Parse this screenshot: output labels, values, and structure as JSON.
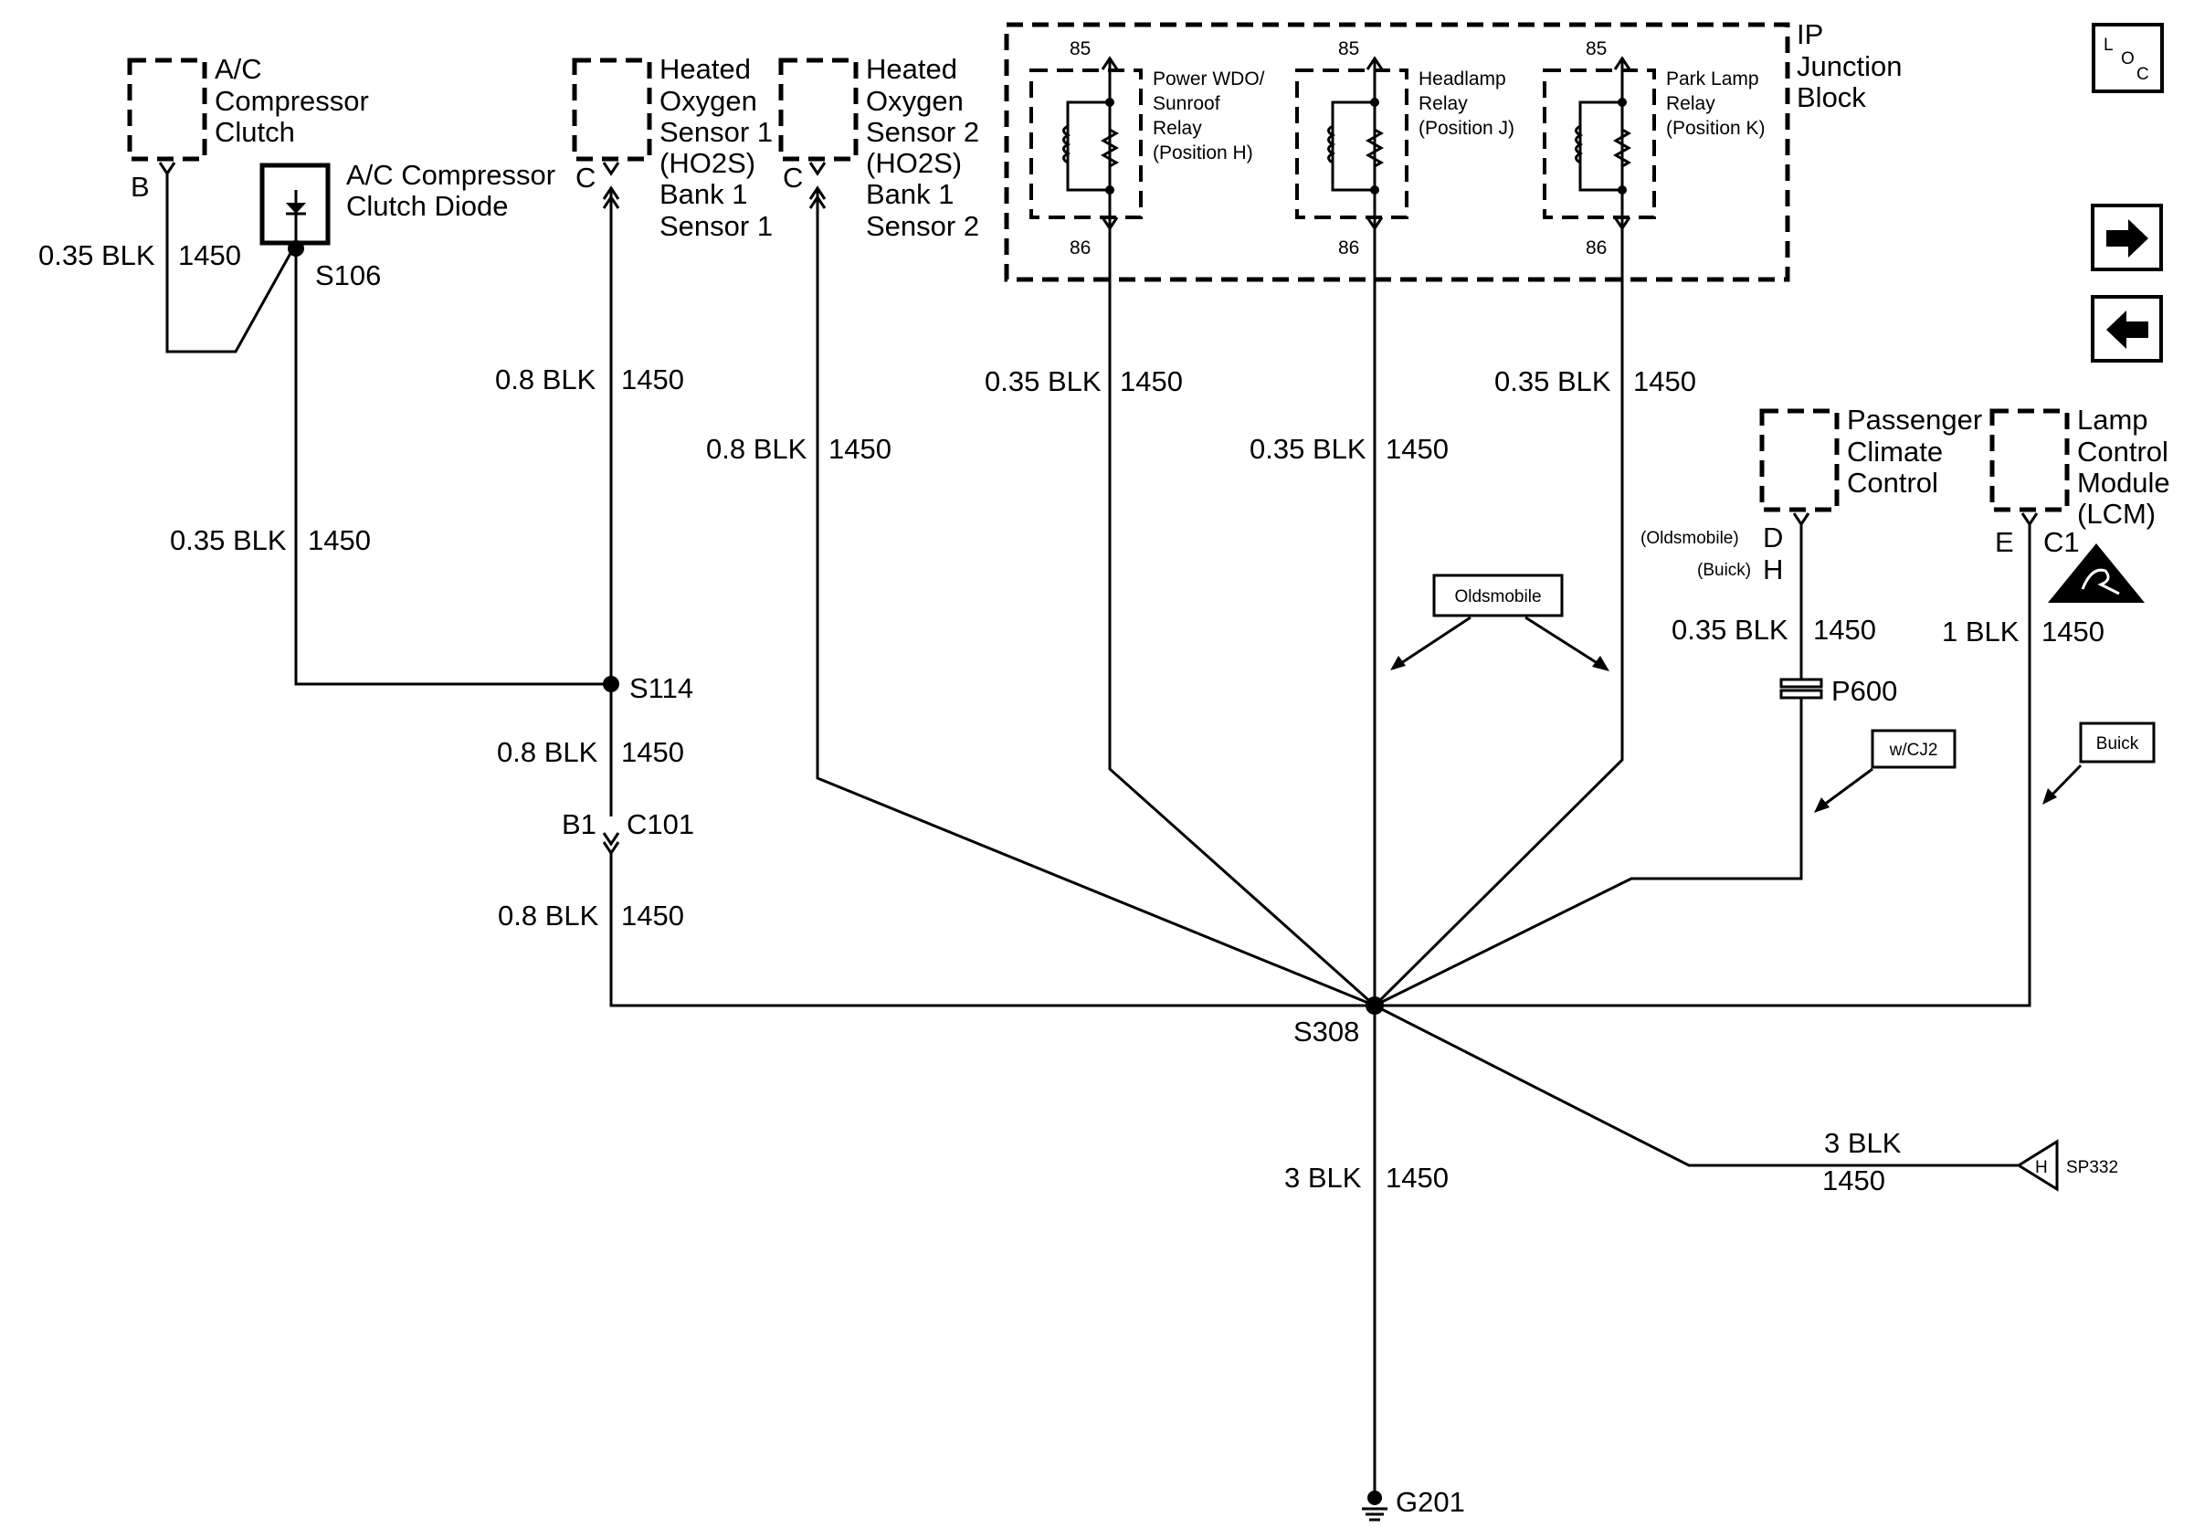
{
  "components": {
    "ac_clutch": {
      "lines": [
        "A/C",
        "Compressor",
        "Clutch"
      ],
      "pin": "B"
    },
    "ac_diode": {
      "lines": [
        "A/C Compressor",
        "Clutch Diode"
      ]
    },
    "ho2s1": {
      "lines": [
        "Heated",
        "Oxygen",
        "Sensor 1",
        "(HO2S)",
        "Bank 1",
        "Sensor 1"
      ],
      "pin": "C"
    },
    "ho2s2": {
      "lines": [
        "Heated",
        "Oxygen",
        "Sensor 2",
        "(HO2S)",
        "Bank 1",
        "Sensor 2"
      ],
      "pin": "C"
    },
    "ip_block": {
      "lines": [
        "IP",
        "Junction",
        "Block"
      ]
    },
    "relay_h": {
      "lines": [
        "Power WDO/",
        "Sunroof",
        "Relay",
        "(Position H)"
      ],
      "pin_top": "85",
      "pin_bottom": "86"
    },
    "relay_j": {
      "lines": [
        "Headlamp",
        "Relay",
        "(Position J)"
      ],
      "pin_top": "85",
      "pin_bottom": "86"
    },
    "relay_k": {
      "lines": [
        "Park Lamp",
        "Relay",
        "(Position K)"
      ],
      "pin_top": "85",
      "pin_bottom": "86"
    },
    "pcc": {
      "lines": [
        "Passenger",
        "Climate",
        "Control"
      ],
      "pin_olds_label": "(Oldsmobile)",
      "pin_olds": "D",
      "pin_buick_label": "(Buick)",
      "pin_buick": "H"
    },
    "lcm": {
      "lines": [
        "Lamp",
        "Control",
        "Module",
        "(LCM)"
      ],
      "pin": "E",
      "connector": "C1"
    }
  },
  "wires": {
    "w_ac_clutch": {
      "gauge": "0.35 BLK",
      "circuit": "1450"
    },
    "w_diode": {
      "gauge": "0.35 BLK",
      "circuit": "1450"
    },
    "w_ho2s1_upper": {
      "gauge": "0.8 BLK",
      "circuit": "1450"
    },
    "w_ho2s1_mid": {
      "gauge": "0.8 BLK",
      "circuit": "1450"
    },
    "w_ho2s1_lower": {
      "gauge": "0.8 BLK",
      "circuit": "1450"
    },
    "w_ho2s2": {
      "gauge": "0.8 BLK",
      "circuit": "1450"
    },
    "w_relay_h": {
      "gauge": "0.35 BLK",
      "circuit": "1450"
    },
    "w_relay_j": {
      "gauge": "0.35 BLK",
      "circuit": "1450"
    },
    "w_relay_k": {
      "gauge": "0.35 BLK",
      "circuit": "1450"
    },
    "w_pcc": {
      "gauge": "0.35 BLK",
      "circuit": "1450"
    },
    "w_lcm": {
      "gauge": "1 BLK",
      "circuit": "1450"
    },
    "w_ground": {
      "gauge": "3 BLK",
      "circuit": "1450"
    },
    "w_sp332": {
      "gauge": "3 BLK",
      "circuit": "1450"
    }
  },
  "splices": {
    "s106": "S106",
    "s114": "S114",
    "s308": "S308"
  },
  "connectors": {
    "c101_pin": "B1",
    "c101": "C101",
    "p600": "P600",
    "sp332_pin": "H",
    "sp332": "SP332"
  },
  "ground": {
    "g201": "G201"
  },
  "tags": {
    "oldsmobile": "Oldsmobile",
    "wcj2": "w/CJ2",
    "buick": "Buick"
  },
  "nav": {
    "loc_l": "L",
    "loc_o": "O",
    "loc_c": "C",
    "next_icon": "arrow-right-icon",
    "prev_icon": "arrow-left-icon"
  }
}
